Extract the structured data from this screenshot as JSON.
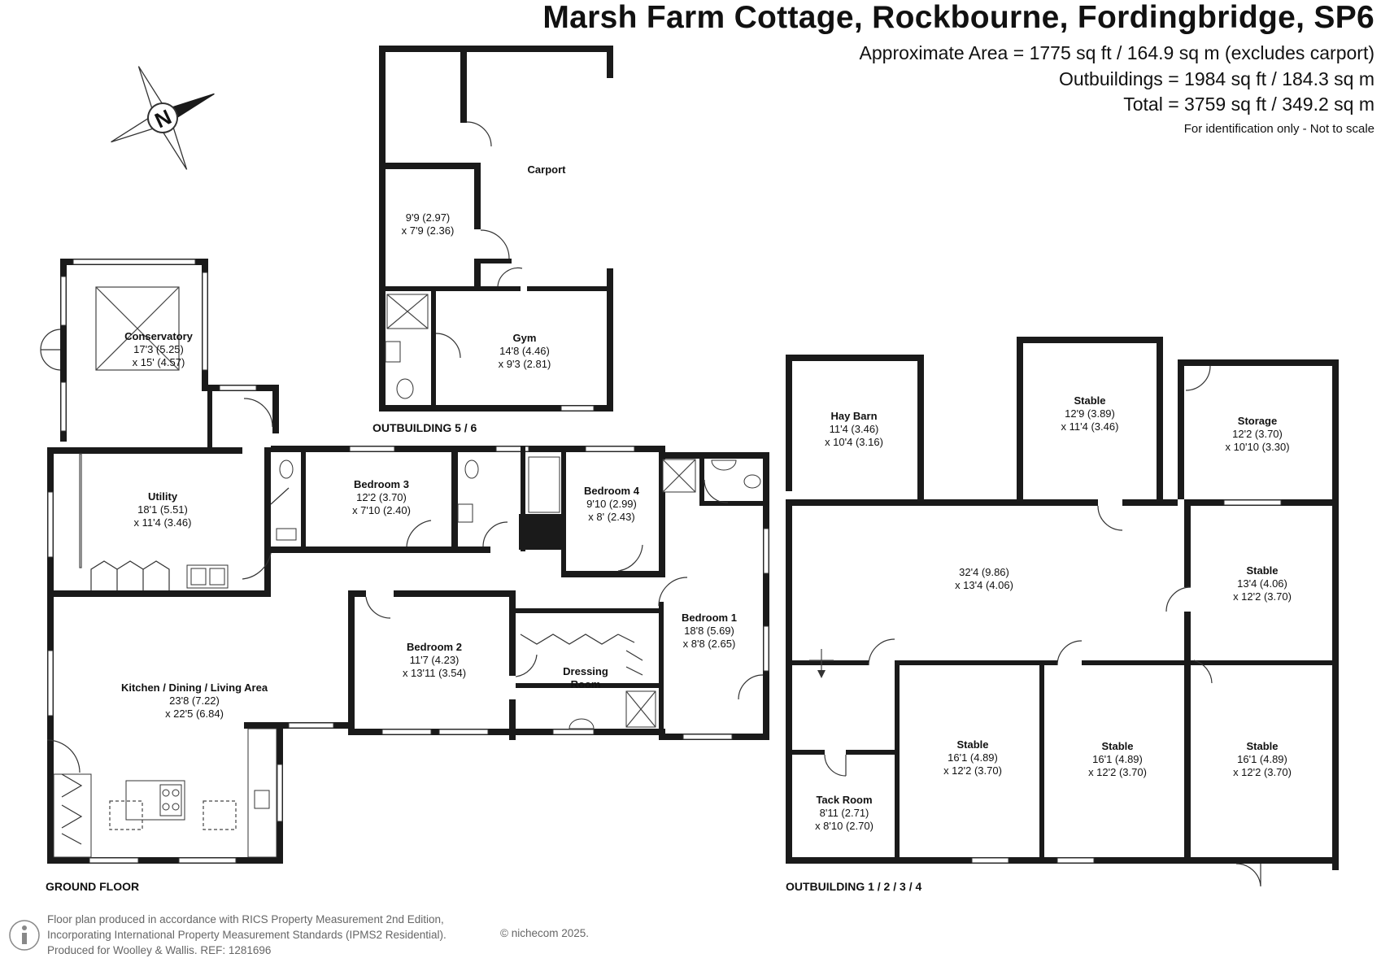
{
  "header": {
    "title": "Marsh Farm Cottage, Rockbourne, Fordingbridge, SP6",
    "approx_area": "Approximate Area = 1775 sq ft / 164.9 sq m (excludes carport)",
    "outbuildings": "Outbuildings = 1984 sq ft / 184.3 sq m",
    "total": "Total = 3759 sq ft / 349.2 sq m",
    "note": "For identification only - Not to scale"
  },
  "compass": {
    "label": "N",
    "icon": "north-compass-icon"
  },
  "sections": {
    "ground_floor": "GROUND FLOOR",
    "outbuilding_56": "OUTBUILDING 5 / 6",
    "outbuilding_1234": "OUTBUILDING 1 / 2 / 3 / 4"
  },
  "rooms": {
    "conservatory": {
      "name": "Conservatory",
      "dim1": "17'3 (5.25)",
      "dim2": "x 15' (4.57)"
    },
    "utility": {
      "name": "Utility",
      "dim1": "18'1 (5.51)",
      "dim2": "x 11'4 (3.46)"
    },
    "kitchen": {
      "name": "Kitchen / Dining / Living Area",
      "dim1": "23'8 (7.22)",
      "dim2": "x 22'5 (6.84)"
    },
    "bedroom3": {
      "name": "Bedroom 3",
      "dim1": "12'2 (3.70)",
      "dim2": "x 7'10 (2.40)"
    },
    "bedroom4": {
      "name": "Bedroom 4",
      "dim1": "9'10 (2.99)",
      "dim2": "x 8' (2.43)"
    },
    "bedroom2": {
      "name": "Bedroom 2",
      "dim1": "11'7 (4.23)",
      "dim2": "x 13'11 (3.54)"
    },
    "dressing": {
      "name1": "Dressing",
      "name2": "Room"
    },
    "bedroom1": {
      "name": "Bedroom 1",
      "dim1": "18'8 (5.69)",
      "dim2": "x 8'8 (2.65)"
    },
    "carport": {
      "name": "Carport"
    },
    "store56": {
      "dim1": "9'9 (2.97)",
      "dim2": "x 7'9 (2.36)"
    },
    "gym": {
      "name": "Gym",
      "dim1": "14'8 (4.46)",
      "dim2": "x 9'3 (2.81)"
    },
    "haybarn": {
      "name": "Hay Barn",
      "dim1": "11'4 (3.46)",
      "dim2": "x 10'4 (3.16)"
    },
    "stable_top": {
      "name": "Stable",
      "dim1": "12'9 (3.89)",
      "dim2": "x 11'4 (3.46)"
    },
    "storage": {
      "name": "Storage",
      "dim1": "12'2 (3.70)",
      "dim2": "x 10'10 (3.30)"
    },
    "barn_main": {
      "dim1": "32'4 (9.86)",
      "dim2": "x 13'4 (4.06)"
    },
    "stable_right": {
      "name": "Stable",
      "dim1": "13'4 (4.06)",
      "dim2": "x 12'2 (3.70)"
    },
    "tack": {
      "name": "Tack Room",
      "dim1": "8'11 (2.71)",
      "dim2": "x 8'10 (2.70)"
    },
    "stable_b1": {
      "name": "Stable",
      "dim1": "16'1 (4.89)",
      "dim2": "x 12'2 (3.70)"
    },
    "stable_b2": {
      "name": "Stable",
      "dim1": "16'1 (4.89)",
      "dim2": "x 12'2 (3.70)"
    },
    "stable_b3": {
      "name": "Stable",
      "dim1": "16'1 (4.89)",
      "dim2": "x 12'2 (3.70)"
    }
  },
  "footer": {
    "line1": "Floor plan produced in accordance with RICS Property Measurement 2nd Edition,",
    "line2": "Incorporating International Property Measurement Standards (IPMS2 Residential).",
    "line3": "Produced for Woolley & Wallis.   REF:  1281696",
    "copyright": "© nichecom 2025."
  },
  "colors": {
    "wall": "#1a1a1a",
    "text": "#111111",
    "footer_text": "#666666"
  }
}
